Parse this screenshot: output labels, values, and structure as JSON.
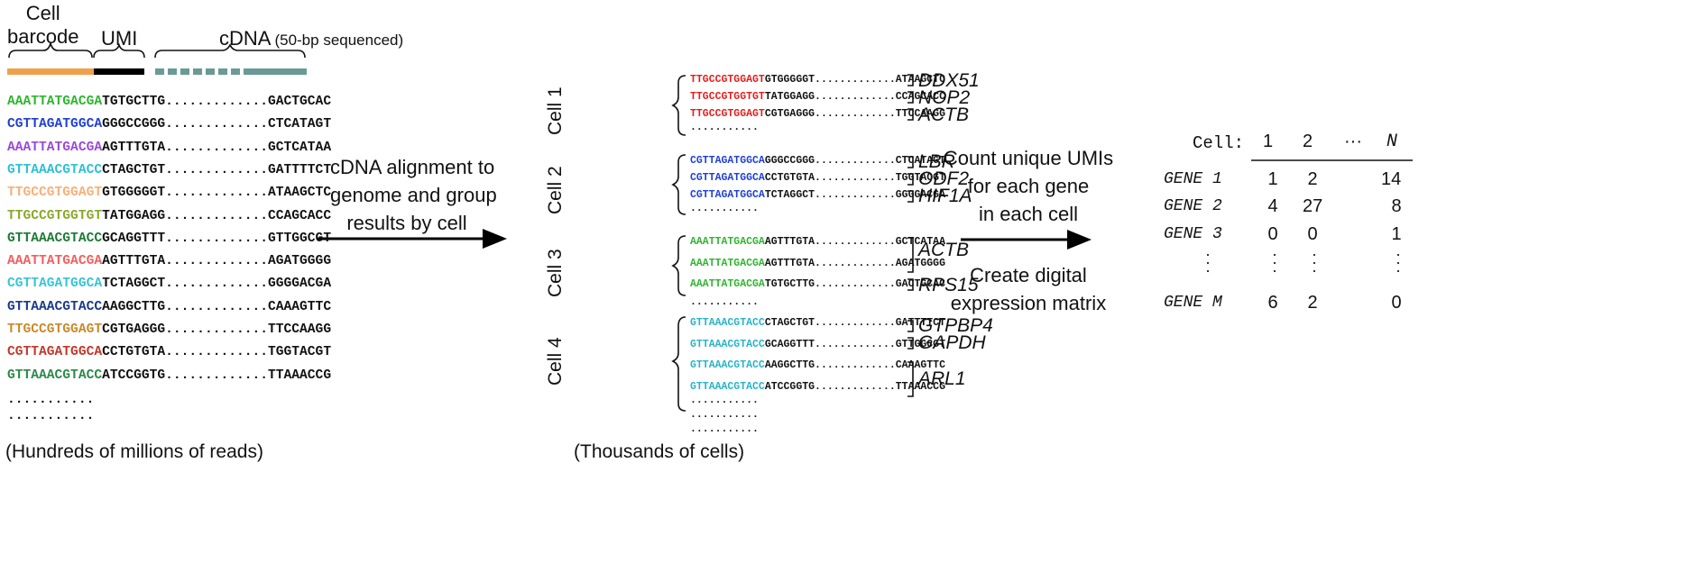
{
  "header": {
    "barcode_label": "Cell\nbarcode",
    "umi_label": "UMI",
    "cdna_label": "cDNA",
    "cdna_note": "(50-bp sequenced)"
  },
  "colors": {
    "barcode_bar": "#f0a04b",
    "umi_bar": "#000000",
    "cdna_bar": "#6a9a96",
    "cell1_barcode": "#e0201e",
    "cell2_barcode": "#1f3fd6",
    "cell3_barcode": "#2fb52f",
    "cell4_barcode": "#29b3c8"
  },
  "reads": [
    {
      "barcode": "AAATTATGACGA",
      "umi": "TGTGCTTG",
      "end": "GACTGCAC",
      "color": "#2fb52f"
    },
    {
      "barcode": "CGTTAGATGGCA",
      "umi": "GGGCCGGG",
      "end": "CTCATAGT",
      "color": "#1f3fd6"
    },
    {
      "barcode": "AAATTATGACGA",
      "umi": "AGTTTGTA",
      "end": "GCTCATAA",
      "color": "#9a4bd6"
    },
    {
      "barcode": "GTTAAACGTACC",
      "umi": "CTAGCTGT",
      "end": "GATTTTCT",
      "color": "#2ec0d4"
    },
    {
      "barcode": "TTGCCGTGGAGT",
      "umi": "GTGGGGGT",
      "end": "ATAAGCTC",
      "color": "#f5b07a"
    },
    {
      "barcode": "TTGCCGTGGTGT",
      "umi": "TATGGAGG",
      "end": "CCAGCACC",
      "color": "#8aa82e"
    },
    {
      "barcode": "GTTAAACGTACC",
      "umi": "GCAGGTTT",
      "end": "GTTGGCGT",
      "color": "#1e7a36"
    },
    {
      "barcode": "AAATTATGACGA",
      "umi": "AGTTTGTA",
      "end": "AGATGGGG",
      "color": "#f06060"
    },
    {
      "barcode": "CGTTAGATGGCA",
      "umi": "TCTAGGCT",
      "end": "GGGGACGA",
      "color": "#38c4d6"
    },
    {
      "barcode": "GTTAAACGTACC",
      "umi": "AAGGCTTG",
      "end": "CAAAGTTC",
      "color": "#1a3a8a"
    },
    {
      "barcode": "TTGCCGTGGAGT",
      "umi": "CGTGAGGG",
      "end": "TTCCAAGG",
      "color": "#c88a2a"
    },
    {
      "barcode": "CGTTAGATGGCA",
      "umi": "CCTGTGTA",
      "end": "TGGTACGT",
      "color": "#c0392b"
    },
    {
      "barcode": "GTTAAACGTACC",
      "umi": "ATCCGGTG",
      "end": "TTAAACCG",
      "color": "#2a8a4a"
    }
  ],
  "dots": "...........",
  "read_dots": ".............",
  "reads_footer": "(Hundreds of millions of reads)",
  "step1_label": "cDNA alignment to\ngenome and group\nresults by cell",
  "cells": [
    {
      "label": "Cell 1",
      "color": "#e0201e",
      "rows": [
        {
          "barcode": "TTGCCGTGGAGT",
          "umi": "GTGGGGGT",
          "end": "ATAAGCTC"
        },
        {
          "barcode": "TTGCCGTGGTGT",
          "umi": "TATGGAGG",
          "end": "CCAGCACC"
        },
        {
          "barcode": "TTGCCGTGGAGT",
          "umi": "CGTGAGGG",
          "end": "TTCCAAGG"
        }
      ],
      "genes": [
        "DDX51",
        "NOP2",
        "ACTB"
      ]
    },
    {
      "label": "Cell 2",
      "color": "#1f3fd6",
      "rows": [
        {
          "barcode": "CGTTAGATGGCA",
          "umi": "GGGCCGGG",
          "end": "CTCATAGT"
        },
        {
          "barcode": "CGTTAGATGGCA",
          "umi": "CCTGTGTA",
          "end": "TGGTACGT"
        },
        {
          "barcode": "CGTTAGATGGCA",
          "umi": "TCTAGGCT",
          "end": "GGGGACGA"
        }
      ],
      "genes": [
        "LBR",
        "ODF2",
        "HIF1A"
      ]
    },
    {
      "label": "Cell 3",
      "color": "#2fb52f",
      "rows": [
        {
          "barcode": "AAATTATGACGA",
          "umi": "AGTTTGTA",
          "end": "GCTCATAA"
        },
        {
          "barcode": "AAATTATGACGA",
          "umi": "AGTTTGTA",
          "end": "AGATGGGG"
        },
        {
          "barcode": "AAATTATGACGA",
          "umi": "TGTGCTTG",
          "end": "GACTGCAC"
        }
      ],
      "genes": [
        "ACTB",
        "RPS15"
      ]
    },
    {
      "label": "Cell 4",
      "color": "#29b3c8",
      "rows": [
        {
          "barcode": "GTTAAACGTACC",
          "umi": "CTAGCTGT",
          "end": "GATTTTCT"
        },
        {
          "barcode": "GTTAAACGTACC",
          "umi": "GCAGGTTT",
          "end": "GTTGGCGT"
        },
        {
          "barcode": "GTTAAACGTACC",
          "umi": "AAGGCTTG",
          "end": "CAAAGTTC"
        },
        {
          "barcode": "GTTAAACGTACC",
          "umi": "ATCCGGTG",
          "end": "TTAAACCG"
        }
      ],
      "genes": [
        "GTPBP4",
        "GAPDH",
        "ARL1"
      ]
    }
  ],
  "cells_footer": "(Thousands of cells)",
  "step2_label_top": "Count unique UMIs\nfor each gene\nin each cell",
  "step2_label_bottom": "Create digital\nexpression matrix",
  "matrix": {
    "header_label": "Cell:",
    "columns": [
      "1",
      "2",
      "···",
      "N"
    ],
    "rows": [
      {
        "gene": "GENE 1",
        "values": [
          "1",
          "2",
          "14"
        ]
      },
      {
        "gene": "GENE 2",
        "values": [
          "4",
          "27",
          "8"
        ]
      },
      {
        "gene": "GENE 3",
        "values": [
          "0",
          "0",
          "1"
        ]
      },
      {
        "gene": "GENE M",
        "values": [
          "6",
          "2",
          "0"
        ]
      }
    ],
    "vdots": "·\n·\n·"
  }
}
